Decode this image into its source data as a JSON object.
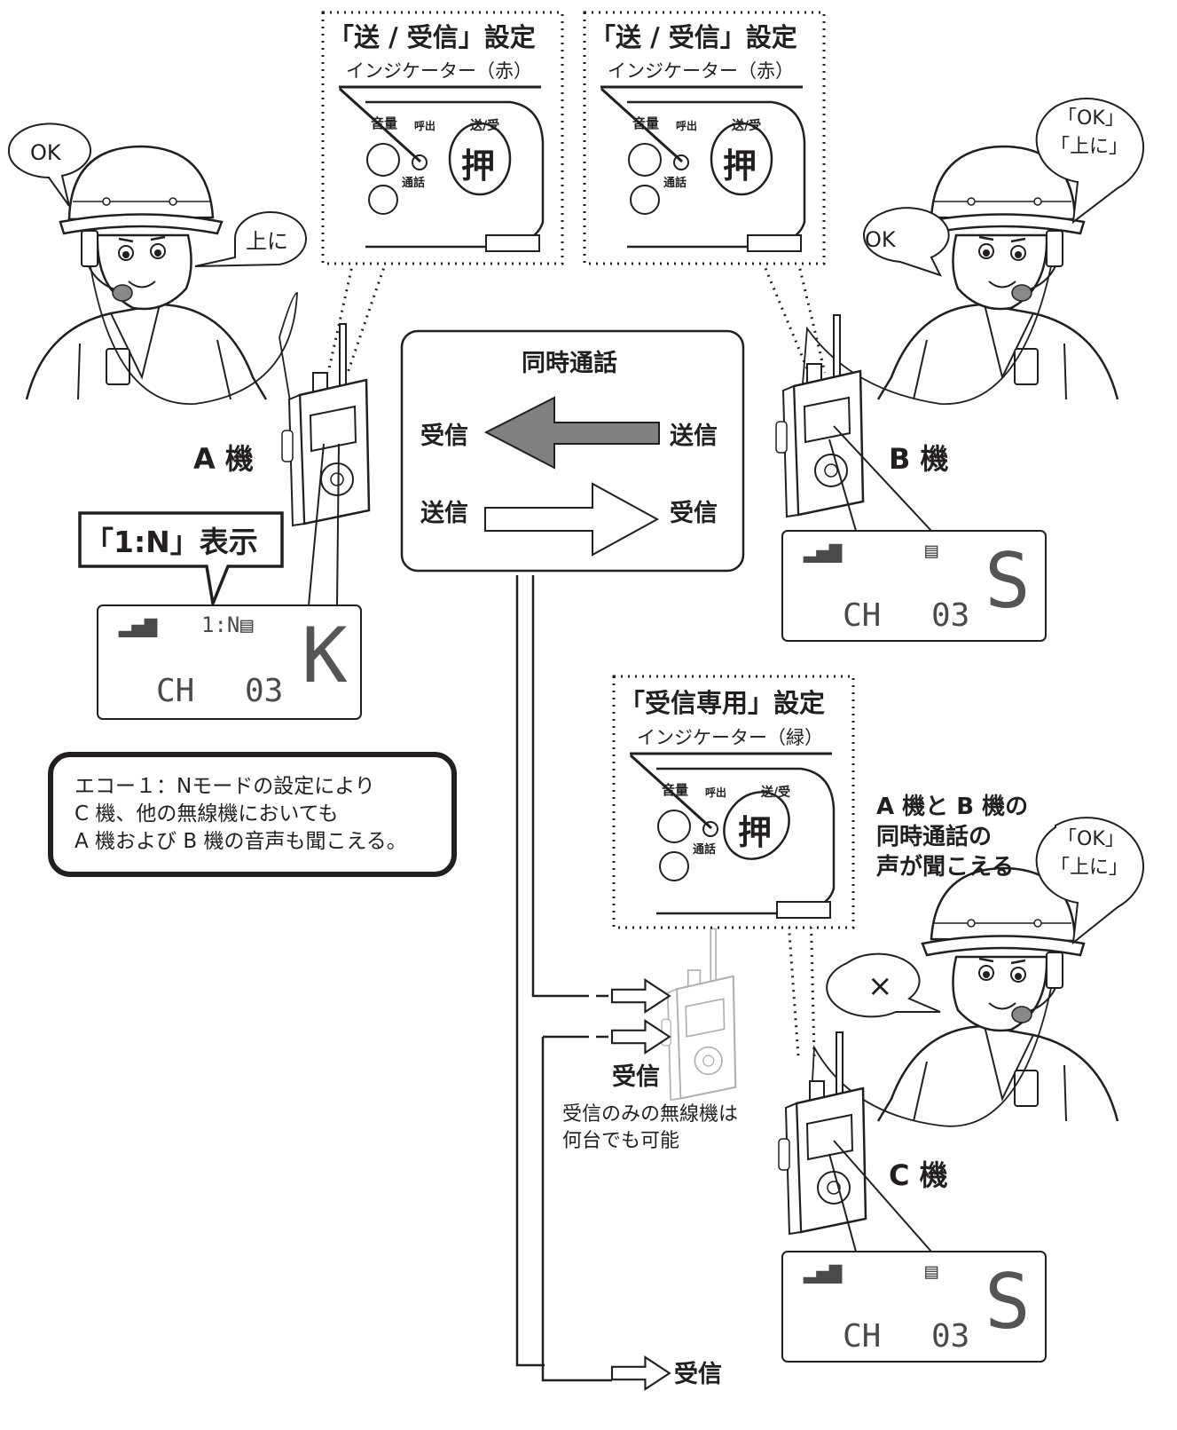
{
  "panel_tx_rx_a": {
    "title": "「送 / 受信」設定",
    "sub": "インジケーター（赤）",
    "vol": "音量",
    "call": "呼出",
    "txrx": "送/受",
    "talk": "通話",
    "push": "押"
  },
  "panel_tx_rx_b": {
    "title": "「送 / 受信」設定",
    "sub": "インジケーター（赤）",
    "vol": "音量",
    "call": "呼出",
    "txrx": "送/受",
    "talk": "通話",
    "push": "押"
  },
  "panel_rx_only": {
    "title": "「受信専用」設定",
    "sub": "インジケーター（緑）",
    "vol": "音量",
    "call": "呼出",
    "txrx": "送/受",
    "talk": "通話",
    "push": "押"
  },
  "bubbles": {
    "a_ok": "OK",
    "a_ueni": "上に",
    "b_ok": "OK",
    "b_heard_1": "「OK」",
    "b_heard_2": "「上に」",
    "c_cross": "×",
    "c_heard_1": "「OK」",
    "c_heard_2": "「上に」"
  },
  "units": {
    "a": "A 機",
    "b": "B 機",
    "c": "C 機"
  },
  "center_box": {
    "title": "同時通話",
    "rx1": "受信",
    "tx1": "送信",
    "tx2": "送信",
    "rx2": "受信"
  },
  "callout_1n": "「1:N」表示",
  "lcd_a": {
    "ind": "1:N",
    "ch": "CH",
    "num": "03",
    "mode": "K"
  },
  "lcd_b": {
    "ch": "CH",
    "num": "03",
    "mode": "S"
  },
  "lcd_c": {
    "ch": "CH",
    "num": "03",
    "mode": "S"
  },
  "note_lines": [
    "エコー１：Nモードの設定により",
    "C 機、他の無線機においても",
    "A 機および B 機の音声も聞こえる。"
  ],
  "c_caption_lines": [
    "A 機と B 機の",
    "同時通話の",
    "声が聞こえる"
  ],
  "rx_only": {
    "label": "受信",
    "desc1": "受信のみの無線機は",
    "desc2": "何台でも可能"
  },
  "bottom_rx": "受信",
  "colors": {
    "line": "#231f20",
    "arrow_fill": "#808080",
    "faded": "#b5b5b5"
  }
}
